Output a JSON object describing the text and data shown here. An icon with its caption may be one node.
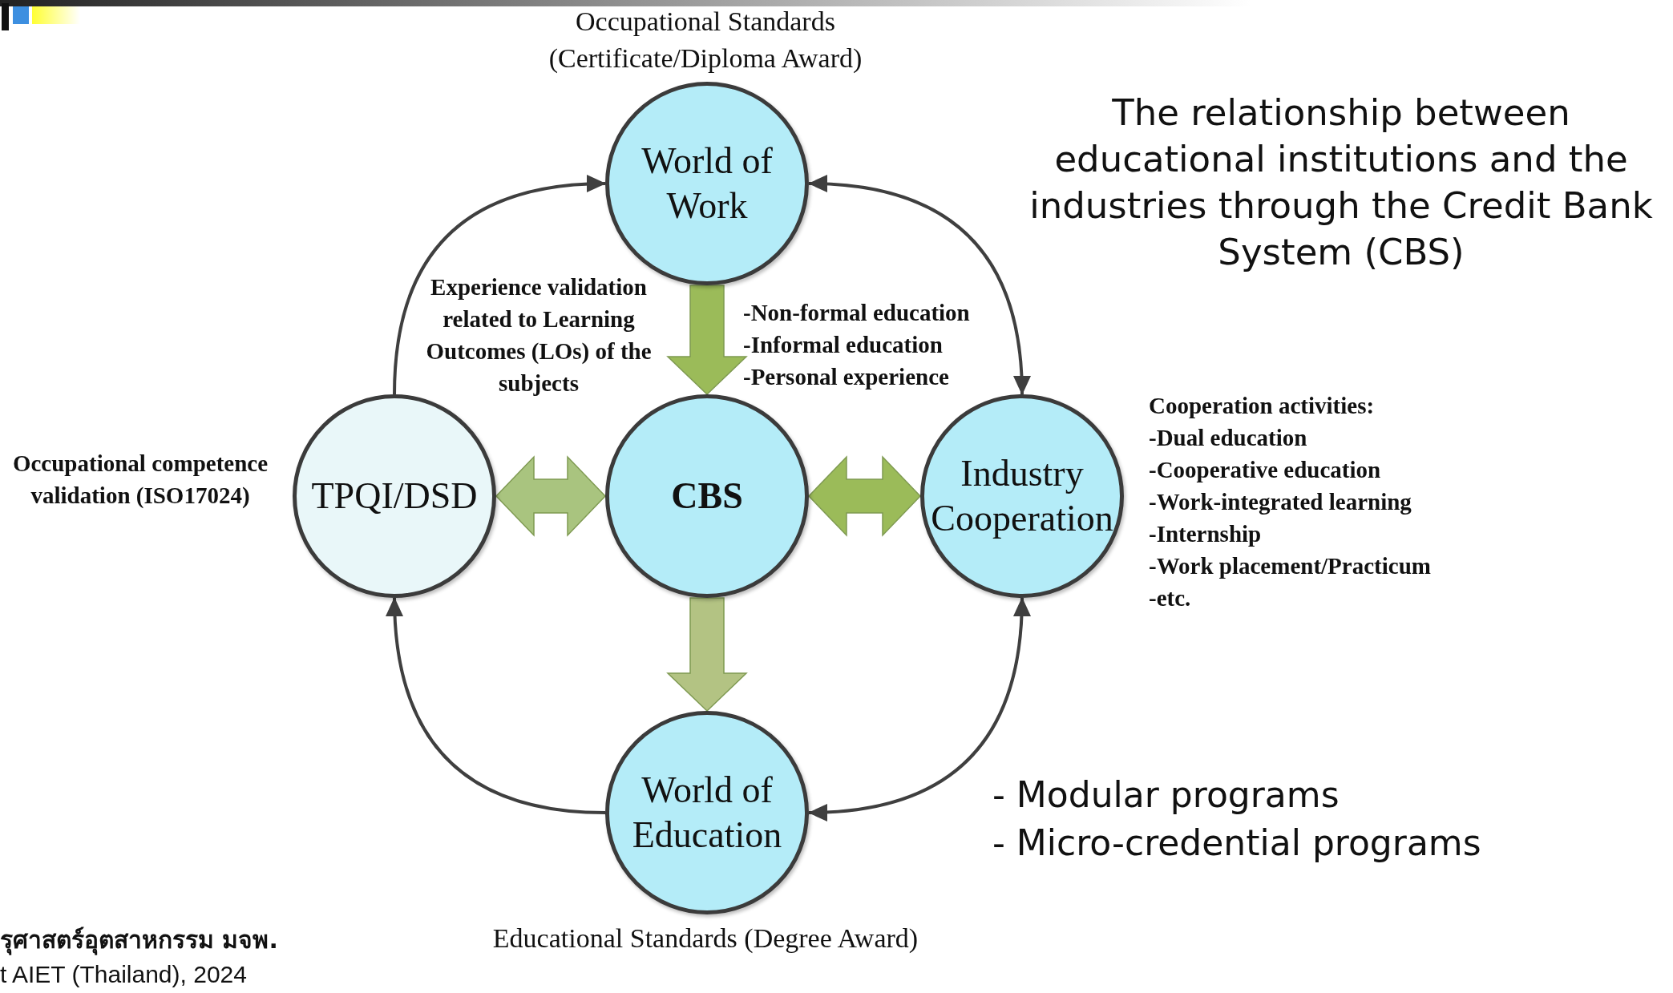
{
  "diagram": {
    "title": "The relationship between educational institutions and the industries through the Credit Bank System (CBS)",
    "nodes": [
      {
        "text": [
          "World of Work"
        ],
        "beside": [
          "Occupational Standards (Certificate/Diploma Award)"
        ]
      },
      {
        "text": [
          "TPQI/DSD"
        ],
        "beside": [
          "Occupational competence validation (ISO17024)"
        ]
      },
      {
        "text": [
          "CBS"
        ]
      },
      {
        "text": [
          "Industry Cooperation"
        ],
        "beside": [
          "Cooperation activities:",
          "-Dual education",
          "-Cooperative education",
          "-Work-integrated learning",
          "-Internship",
          "-Work placement/Practicum",
          "-etc."
        ]
      },
      {
        "text": [
          "World of Education"
        ],
        "beside": [
          "Educational Standards (Degree Award)"
        ]
      }
    ],
    "edges": [
      {
        "from": 1,
        "to": 0,
        "arrow": "to"
      },
      {
        "from": 0,
        "to": 3,
        "arrow": "both"
      },
      {
        "from": 3,
        "to": 4,
        "arrow": "both"
      },
      {
        "from": 4,
        "to": 1,
        "arrow": "to"
      },
      {
        "from": 0,
        "to": 2,
        "arrow": "to",
        "style": "thick",
        "color": "#9bbb59"
      },
      {
        "from": 2,
        "to": 4,
        "arrow": "to",
        "style": "thick",
        "color": "#b3c383"
      },
      {
        "from": 1,
        "to": 2,
        "arrow": "both",
        "style": "thick",
        "color": "#a9c47f"
      },
      {
        "from": 2,
        "to": 3,
        "arrow": "both",
        "style": "thick",
        "color": "#9bbb59"
      }
    ],
    "labels": [
      "Experience validation related to Learning Outcomes (LOs) of the subjects",
      "-Non-formal education",
      "-Informal education",
      "-Personal experience",
      "- Modular programs",
      "- Micro-credential programs",
      "รุศาสตร์อุตสาหกรรม มจพ.",
      "t AIET (Thailand), 2024"
    ]
  }
}
